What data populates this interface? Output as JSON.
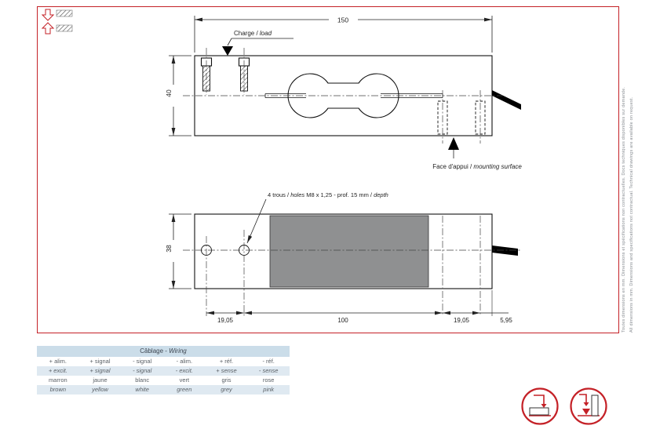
{
  "drawing": {
    "dim_width": "150",
    "dim_height": "40",
    "dim_plan_height": "38",
    "plan_segments": [
      "19,05",
      "100",
      "19,05",
      "5,95"
    ],
    "charge_label_fr": "Charge / ",
    "charge_label_en": "load",
    "mounting_label_fr": "Face d'appui / ",
    "mounting_label_en": "mounting surface",
    "holes_label_fr": "4 trous / ",
    "holes_label_en": "holes",
    "holes_label_spec": " M8 x 1,25 - prof. 15 mm / ",
    "holes_label_depth": "depth"
  },
  "side_notes": {
    "fr": "Toutes dimensions en mm. Dimensions et spécifications non contractuelles. Docs techniques disponibles sur demande.",
    "en": "All dimensions in mm. Dimensions and specifications not contractual. Technical drawings are available on request."
  },
  "wiring_table": {
    "title_fr": "Câblage - ",
    "title_en": "Wiring",
    "rows": [
      [
        "+ alim.",
        "+ signal",
        "- signal",
        "- alim.",
        "+ réf.",
        "- réf."
      ],
      [
        "+ excit.",
        "+ signal",
        "- signal",
        "- excit.",
        "+ sense",
        "- sense"
      ],
      [
        "marron",
        "jaune",
        "blanc",
        "vert",
        "gris",
        "rose"
      ],
      [
        "brown",
        "yellow",
        "white",
        "green",
        "grey",
        "pink"
      ]
    ]
  },
  "icons": {
    "top_left": "load-direction-icon",
    "bottom_right_1": "mounting-orientation-icon-horizontal",
    "bottom_right_2": "mounting-orientation-icon-vertical"
  },
  "colors": {
    "frame_red": "#c42127",
    "drawing_grey": "#8f9091",
    "table_header_bg": "#cbdde9",
    "table_shaded_bg": "#dfe9f1"
  }
}
